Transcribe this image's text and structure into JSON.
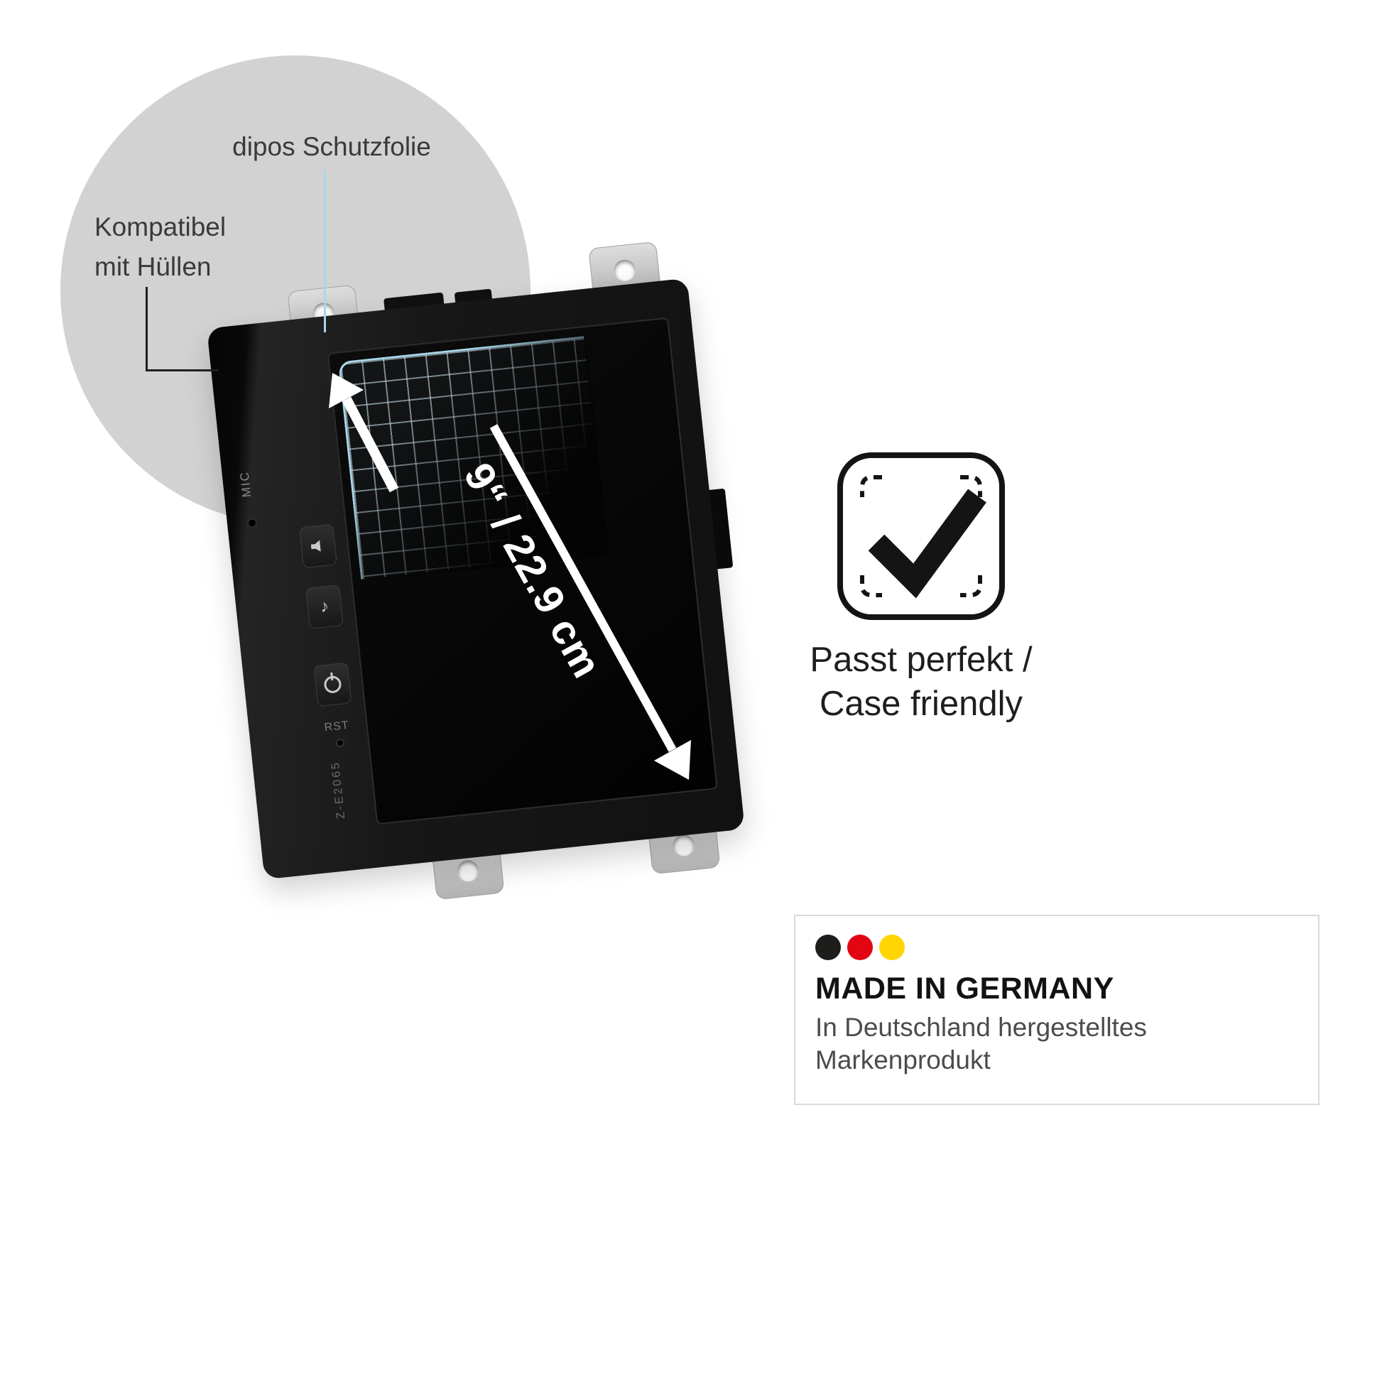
{
  "callouts": {
    "film_label": "dipos Schutzfolie",
    "case_line1": "Kompatibel",
    "case_line2": "mit Hüllen"
  },
  "device": {
    "mic_label": "MIC",
    "rst_label": "RST",
    "model_label": "Z-E2065",
    "diagonal_label": "9“ / 22.9 cm"
  },
  "fit_badge": {
    "line1": "Passt perfekt /",
    "line2": "Case friendly"
  },
  "origin_badge": {
    "title": "MADE IN GERMANY",
    "line1": "In Deutschland hergestelltes",
    "line2": "Markenprodukt"
  },
  "icons": {
    "music_note": "♪"
  },
  "colors": {
    "accent_blue": "#a9d7ea",
    "flag_black": "#1d1d1b",
    "flag_red": "#e20613",
    "flag_gold": "#ffd400"
  }
}
